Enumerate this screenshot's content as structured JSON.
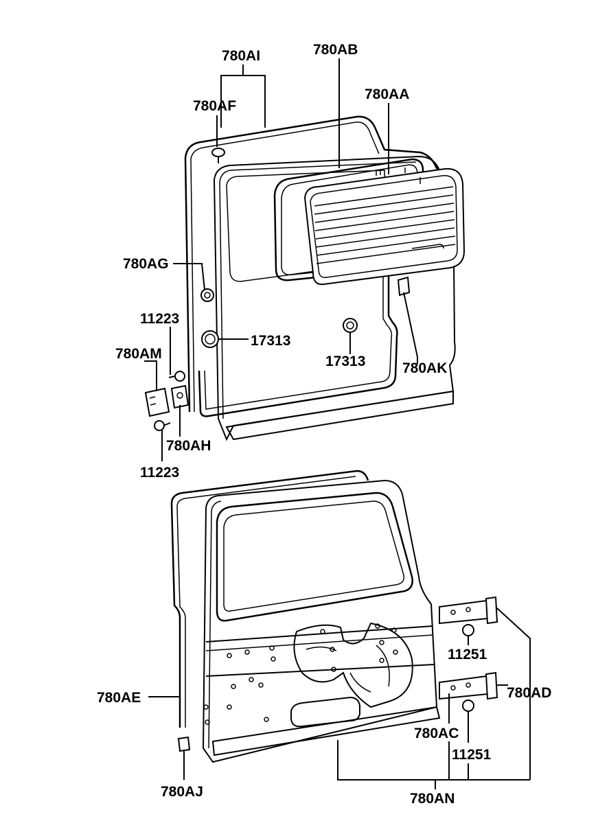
{
  "labels": {
    "ai": "780AI",
    "ab": "780AB",
    "af": "780AF",
    "aa": "780AA",
    "ag": "780AG",
    "b11223_top": "11223",
    "s17313_left": "17313",
    "am": "780AM",
    "s17313_center": "17313",
    "ak": "780AK",
    "ah": "780AH",
    "b11223_bottom": "11223",
    "b11251_top": "11251",
    "ae": "780AE",
    "ad": "780AD",
    "ac": "780AC",
    "b11251_bottom": "11251",
    "aj": "780AJ",
    "an": "780AN"
  },
  "colors": {
    "line": "#000000",
    "background": "#ffffff"
  }
}
